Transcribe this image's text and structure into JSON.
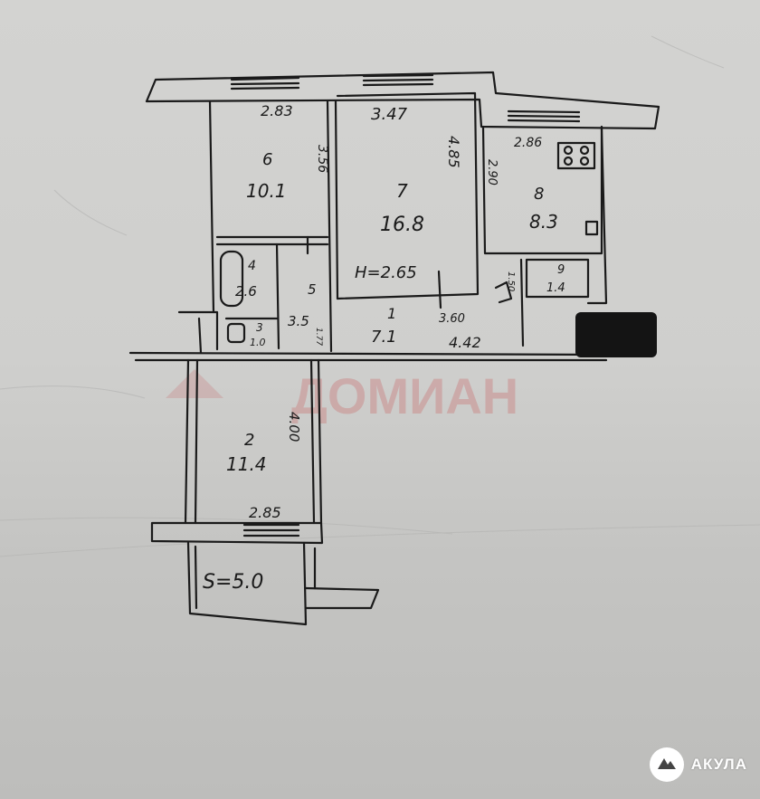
{
  "rooms": [
    {
      "id": "6",
      "area": "10.1",
      "width": "2.83",
      "length": "3.56"
    },
    {
      "id": "7",
      "area": "16.8",
      "width": "3.47",
      "length": "4.85",
      "height": "H=2.65"
    },
    {
      "id": "8",
      "area": "8.3",
      "width": "2.86",
      "length": "2.90"
    },
    {
      "id": "4",
      "area": "2.6"
    },
    {
      "id": "5",
      "area": "3.5",
      "length": "1.77"
    },
    {
      "id": "3",
      "area": "1.0"
    },
    {
      "id": "1",
      "area": "7.1",
      "dim_a": "3.60",
      "dim_b": "4.42"
    },
    {
      "id": "9",
      "area": "1.4",
      "length": "1.50"
    },
    {
      "id": "2",
      "area": "11.4",
      "width": "2.85",
      "length": "4.00"
    }
  ],
  "balcony": {
    "label": "S=5.0"
  },
  "watermark": {
    "text": "ДОМИАН"
  },
  "badge": {
    "text": "АКУЛА"
  },
  "colors": {
    "ink": "#1a1a1a",
    "paper": "#d3d3d1",
    "watermark": "#c96b6b",
    "redaction": "#141414"
  }
}
